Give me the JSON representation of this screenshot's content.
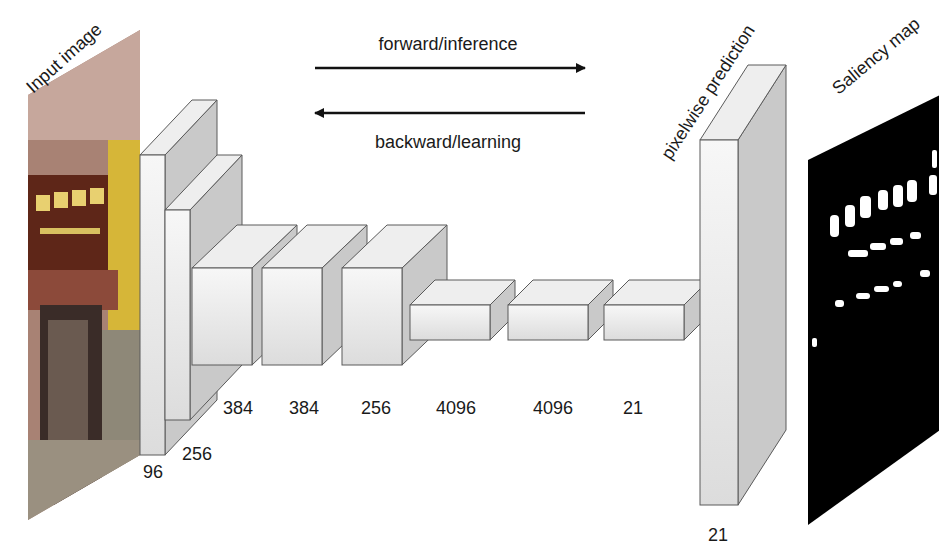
{
  "diagram": {
    "nodes": [
      {
        "text": [
          "96"
        ]
      },
      {
        "text": [
          "256"
        ]
      },
      {
        "text": [
          "384"
        ]
      },
      {
        "text": [
          "384"
        ]
      },
      {
        "text": [
          "256"
        ]
      },
      {
        "text": [
          "4096"
        ]
      },
      {
        "text": [
          "4096"
        ]
      },
      {
        "text": [
          "21"
        ]
      },
      {
        "text": [
          "pixelwise prediction",
          "21"
        ]
      }
    ],
    "labels": [
      "Input image",
      "forward/inference",
      "backward/learning",
      "Saliency map"
    ]
  }
}
